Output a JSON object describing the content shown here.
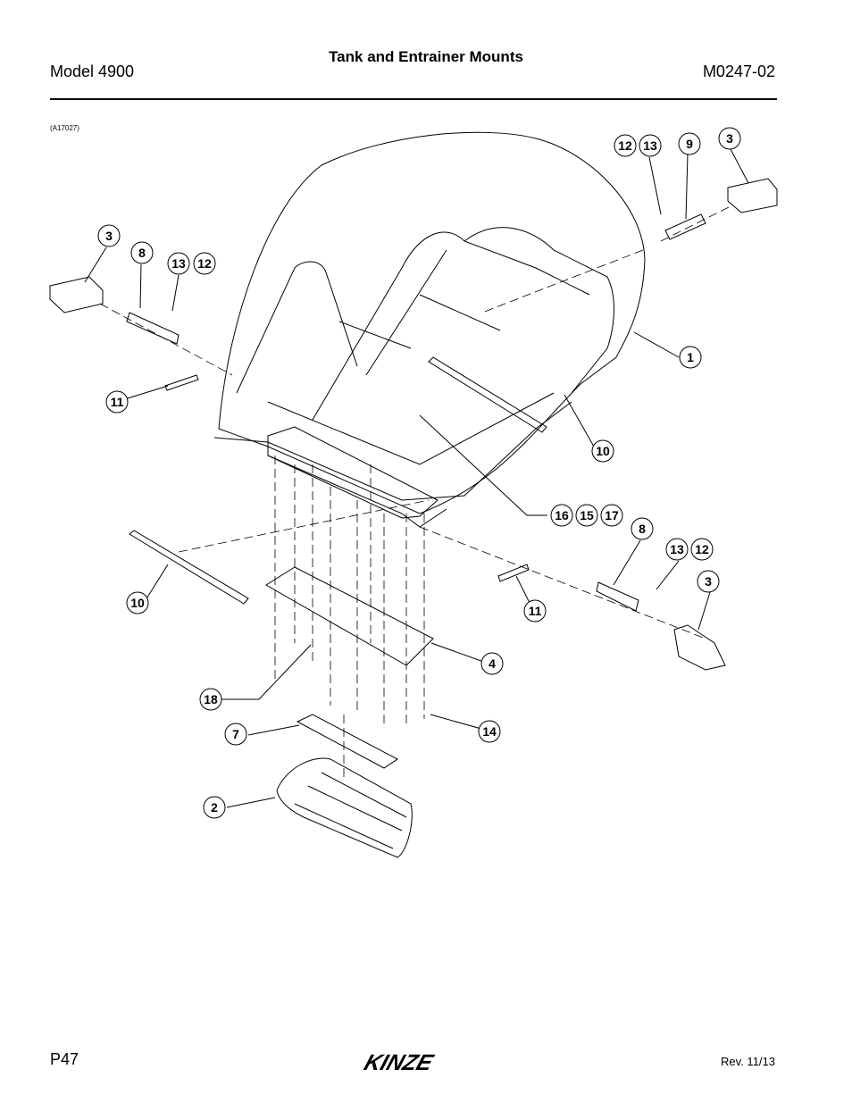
{
  "header": {
    "title": "Tank and Entrainer Mounts",
    "model": "Model 4900",
    "manual_number": "M0247-02"
  },
  "figure": {
    "id": "(A17027)",
    "callouts": {
      "c1": "1",
      "c2": "2",
      "c3a": "3",
      "c3b": "3",
      "c3c": "3",
      "c4": "4",
      "c7": "7",
      "c8a": "8",
      "c8b": "8",
      "c9": "9",
      "c10a": "10",
      "c10b": "10",
      "c11a": "11",
      "c11b": "11",
      "c12a": "12",
      "c12b": "12",
      "c12c": "12",
      "c13a": "13",
      "c13b": "13",
      "c13c": "13",
      "c14": "14",
      "c15": "15",
      "c16": "16",
      "c17": "17",
      "c18": "18"
    }
  },
  "footer": {
    "page": "P47",
    "revision": "Rev. 11/13",
    "brand": "KINZE"
  }
}
